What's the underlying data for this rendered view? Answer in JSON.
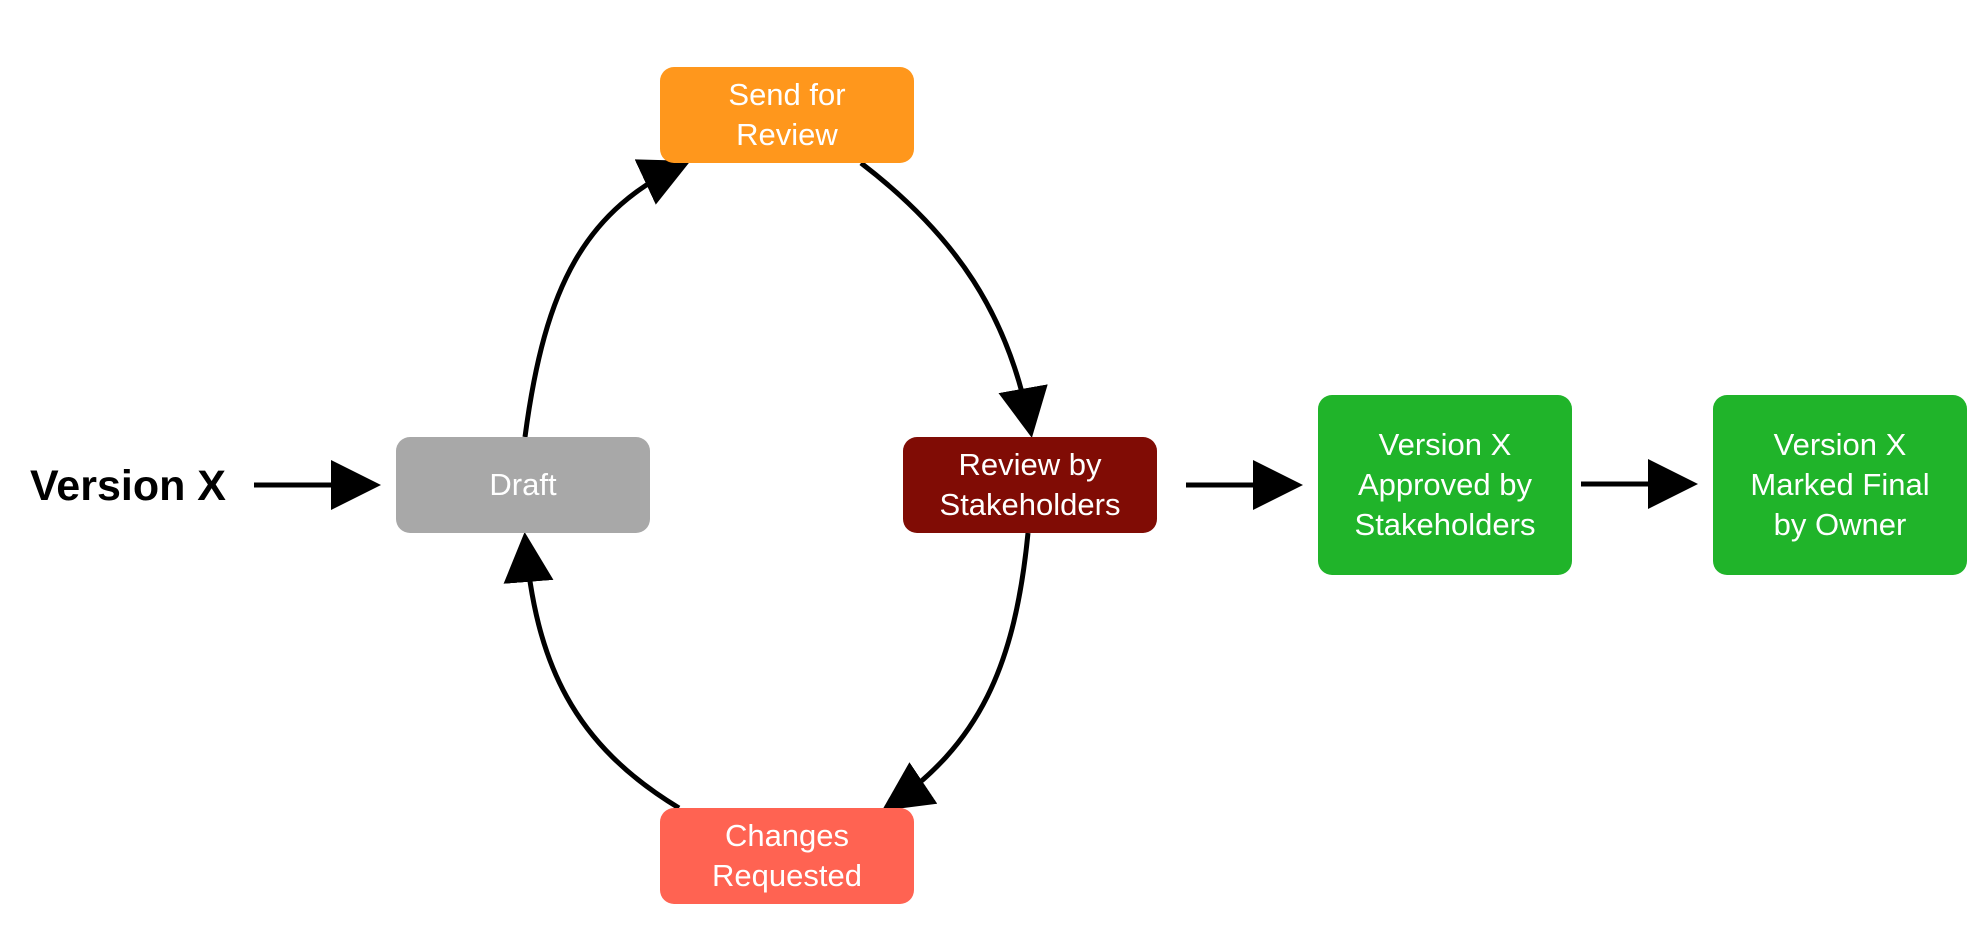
{
  "start_label": "Version X",
  "nodes": {
    "draft": {
      "label": "Draft",
      "color": "#A8A8A8"
    },
    "send_for_review": {
      "line1": "Send for",
      "line2": "Review",
      "color": "#FF971C"
    },
    "review_by_stakeholders": {
      "line1": "Review by",
      "line2": "Stakeholders",
      "color": "#800C05"
    },
    "changes_requested": {
      "line1": "Changes",
      "line2": "Requested",
      "color": "#FF6352"
    },
    "approved": {
      "line1": "Version X",
      "line2": "Approved by",
      "line3": "Stakeholders",
      "color": "#20B42A"
    },
    "final": {
      "line1": "Version X",
      "line2": "Marked Final",
      "line3": "by Owner",
      "color": "#20B42A"
    }
  },
  "edges": [
    {
      "from": "start_label",
      "to": "draft"
    },
    {
      "from": "draft",
      "to": "send_for_review"
    },
    {
      "from": "send_for_review",
      "to": "review_by_stakeholders"
    },
    {
      "from": "review_by_stakeholders",
      "to": "changes_requested"
    },
    {
      "from": "changes_requested",
      "to": "draft"
    },
    {
      "from": "review_by_stakeholders",
      "to": "approved"
    },
    {
      "from": "approved",
      "to": "final"
    }
  ],
  "colors": {
    "connector": "#000000",
    "node_text": "#FFFFFF"
  }
}
